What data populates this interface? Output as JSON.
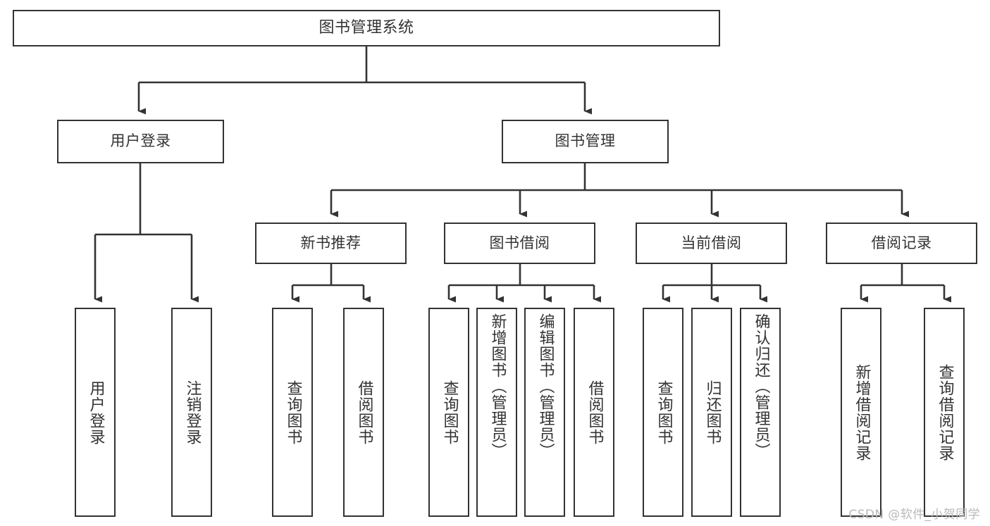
{
  "diagram": {
    "title": "图书管理系统",
    "watermark": "CSDN @软件_小贺同学",
    "colors": {
      "box_border": "#333333",
      "box_fill": "#ffffff",
      "connector": "#333333",
      "text": "#333333",
      "watermark": "#b9b9b9",
      "background": "#ffffff"
    }
  },
  "nodes": {
    "root": {
      "label": "图书管理系统"
    },
    "level2": [
      {
        "label": "用户登录"
      },
      {
        "label": "图书管理"
      }
    ],
    "level3": [
      {
        "label": "新书推荐"
      },
      {
        "label": "图书借阅"
      },
      {
        "label": "当前借阅"
      },
      {
        "label": "借阅记录"
      }
    ],
    "leaves": {
      "user_login": [
        {
          "label": "用户登录"
        },
        {
          "label": "注销登录"
        }
      ],
      "new_book_recommend": [
        {
          "label": "查询图书"
        },
        {
          "label": "借阅图书"
        }
      ],
      "book_borrow": [
        {
          "label": "查询图书"
        },
        {
          "label": "新增图书（管理员）"
        },
        {
          "label": "编辑图书（管理员）"
        },
        {
          "label": "借阅图书"
        }
      ],
      "current_borrow": [
        {
          "label": "查询图书"
        },
        {
          "label": "归还图书"
        },
        {
          "label": "确认归还（管理员）"
        }
      ],
      "borrow_record": [
        {
          "label": "新增借阅记录"
        },
        {
          "label": "查询借阅记录"
        }
      ]
    }
  },
  "tree_structure": {
    "type": "hierarchy",
    "root": "图书管理系统",
    "children": [
      {
        "name": "用户登录",
        "children": [
          "用户登录",
          "注销登录"
        ]
      },
      {
        "name": "图书管理",
        "children": [
          {
            "name": "新书推荐",
            "children": [
              "查询图书",
              "借阅图书"
            ]
          },
          {
            "name": "图书借阅",
            "children": [
              "查询图书",
              "新增图书（管理员）",
              "编辑图书（管理员）",
              "借阅图书"
            ]
          },
          {
            "name": "当前借阅",
            "children": [
              "查询图书",
              "归还图书",
              "确认归还（管理员）"
            ]
          },
          {
            "name": "借阅记录",
            "children": [
              "新增借阅记录",
              "查询借阅记录"
            ]
          }
        ]
      }
    ]
  }
}
